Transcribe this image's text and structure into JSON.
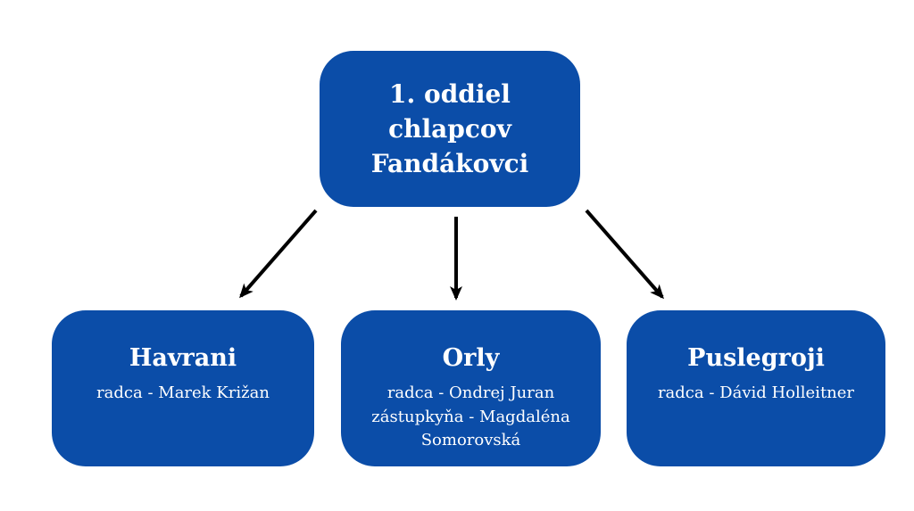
{
  "colors": {
    "node_bg": "#0b4da8",
    "node_text": "#ffffff",
    "connector": "#000000",
    "background": "#ffffff"
  },
  "root": {
    "title": "1. oddiel chlapcov Fandákovci"
  },
  "children": [
    {
      "title": "Havrani",
      "roles": [
        "radca - Marek Križan"
      ]
    },
    {
      "title": "Orly",
      "roles": [
        "radca - Ondrej Juran",
        "zástupkyňa - Magdaléna Somorovská"
      ]
    },
    {
      "title": "Puslegroji",
      "roles": [
        "radca - Dávid Holleitner"
      ]
    }
  ]
}
